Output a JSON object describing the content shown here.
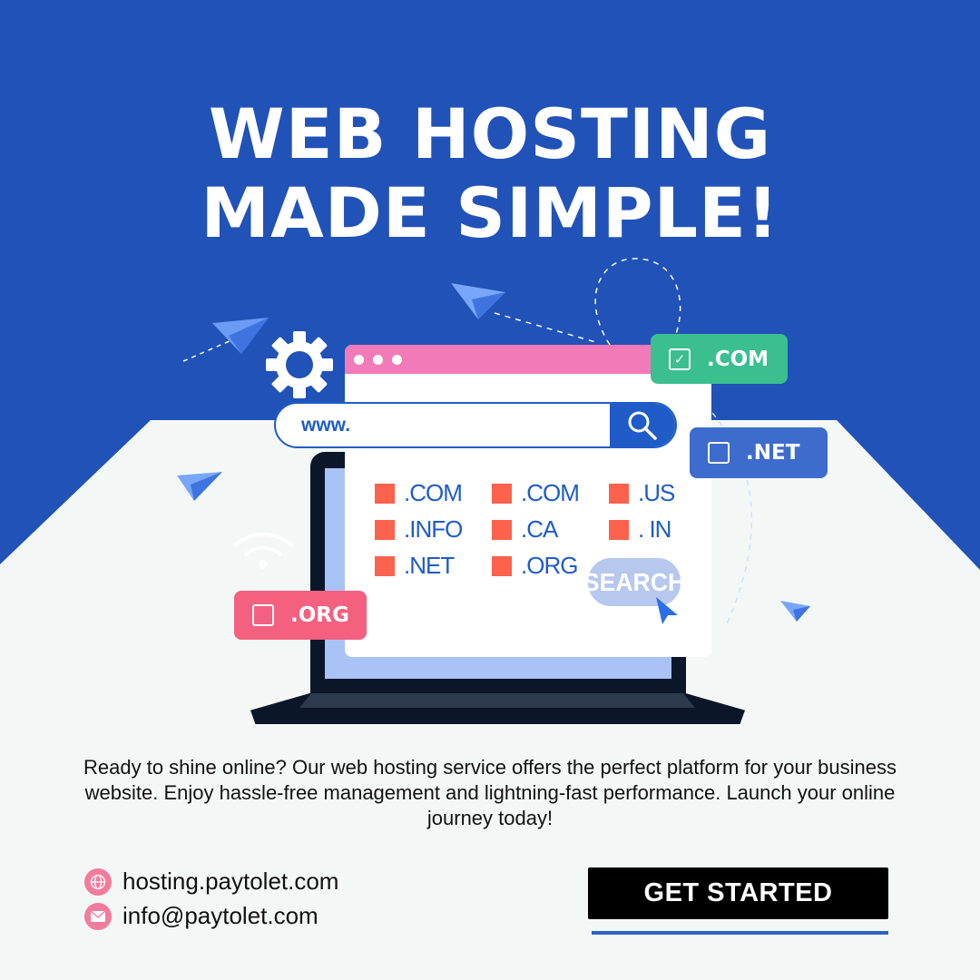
{
  "headline": {
    "line1": "WEB HOSTING",
    "line2": "MADE SIMPLE!"
  },
  "colors": {
    "background_blue": "#2152b8",
    "light_panel": "#f3f8f6",
    "accent_pink": "#f27ab9",
    "domain_square": "#fc624c",
    "link_blue": "#1f5cc8",
    "tag_green": "#3bbf8f",
    "tag_blue": "#3d6ccc",
    "tag_pink": "#f4607f"
  },
  "browser": {
    "url_text": "www.",
    "domains": [
      ".COM",
      ".COM",
      ".US",
      ".INFO",
      ".CA",
      ". IN",
      ".NET",
      ".ORG"
    ],
    "search_button": "SEARCH"
  },
  "tags": [
    {
      "label": ".COM",
      "checked": true,
      "icon": "checkbox-checked-icon"
    },
    {
      "label": ".NET",
      "checked": false,
      "icon": "checkbox-icon"
    },
    {
      "label": ".ORG",
      "checked": false,
      "icon": "checkbox-icon"
    }
  ],
  "description": "Ready to shine online? Our web hosting service offers the perfect platform for your business website. Enjoy hassle-free management and lightning-fast performance. Launch your online journey today!",
  "contact": {
    "website": "hosting.paytolet.com",
    "email": "info@paytolet.com"
  },
  "cta": {
    "label": "GET STARTED"
  }
}
